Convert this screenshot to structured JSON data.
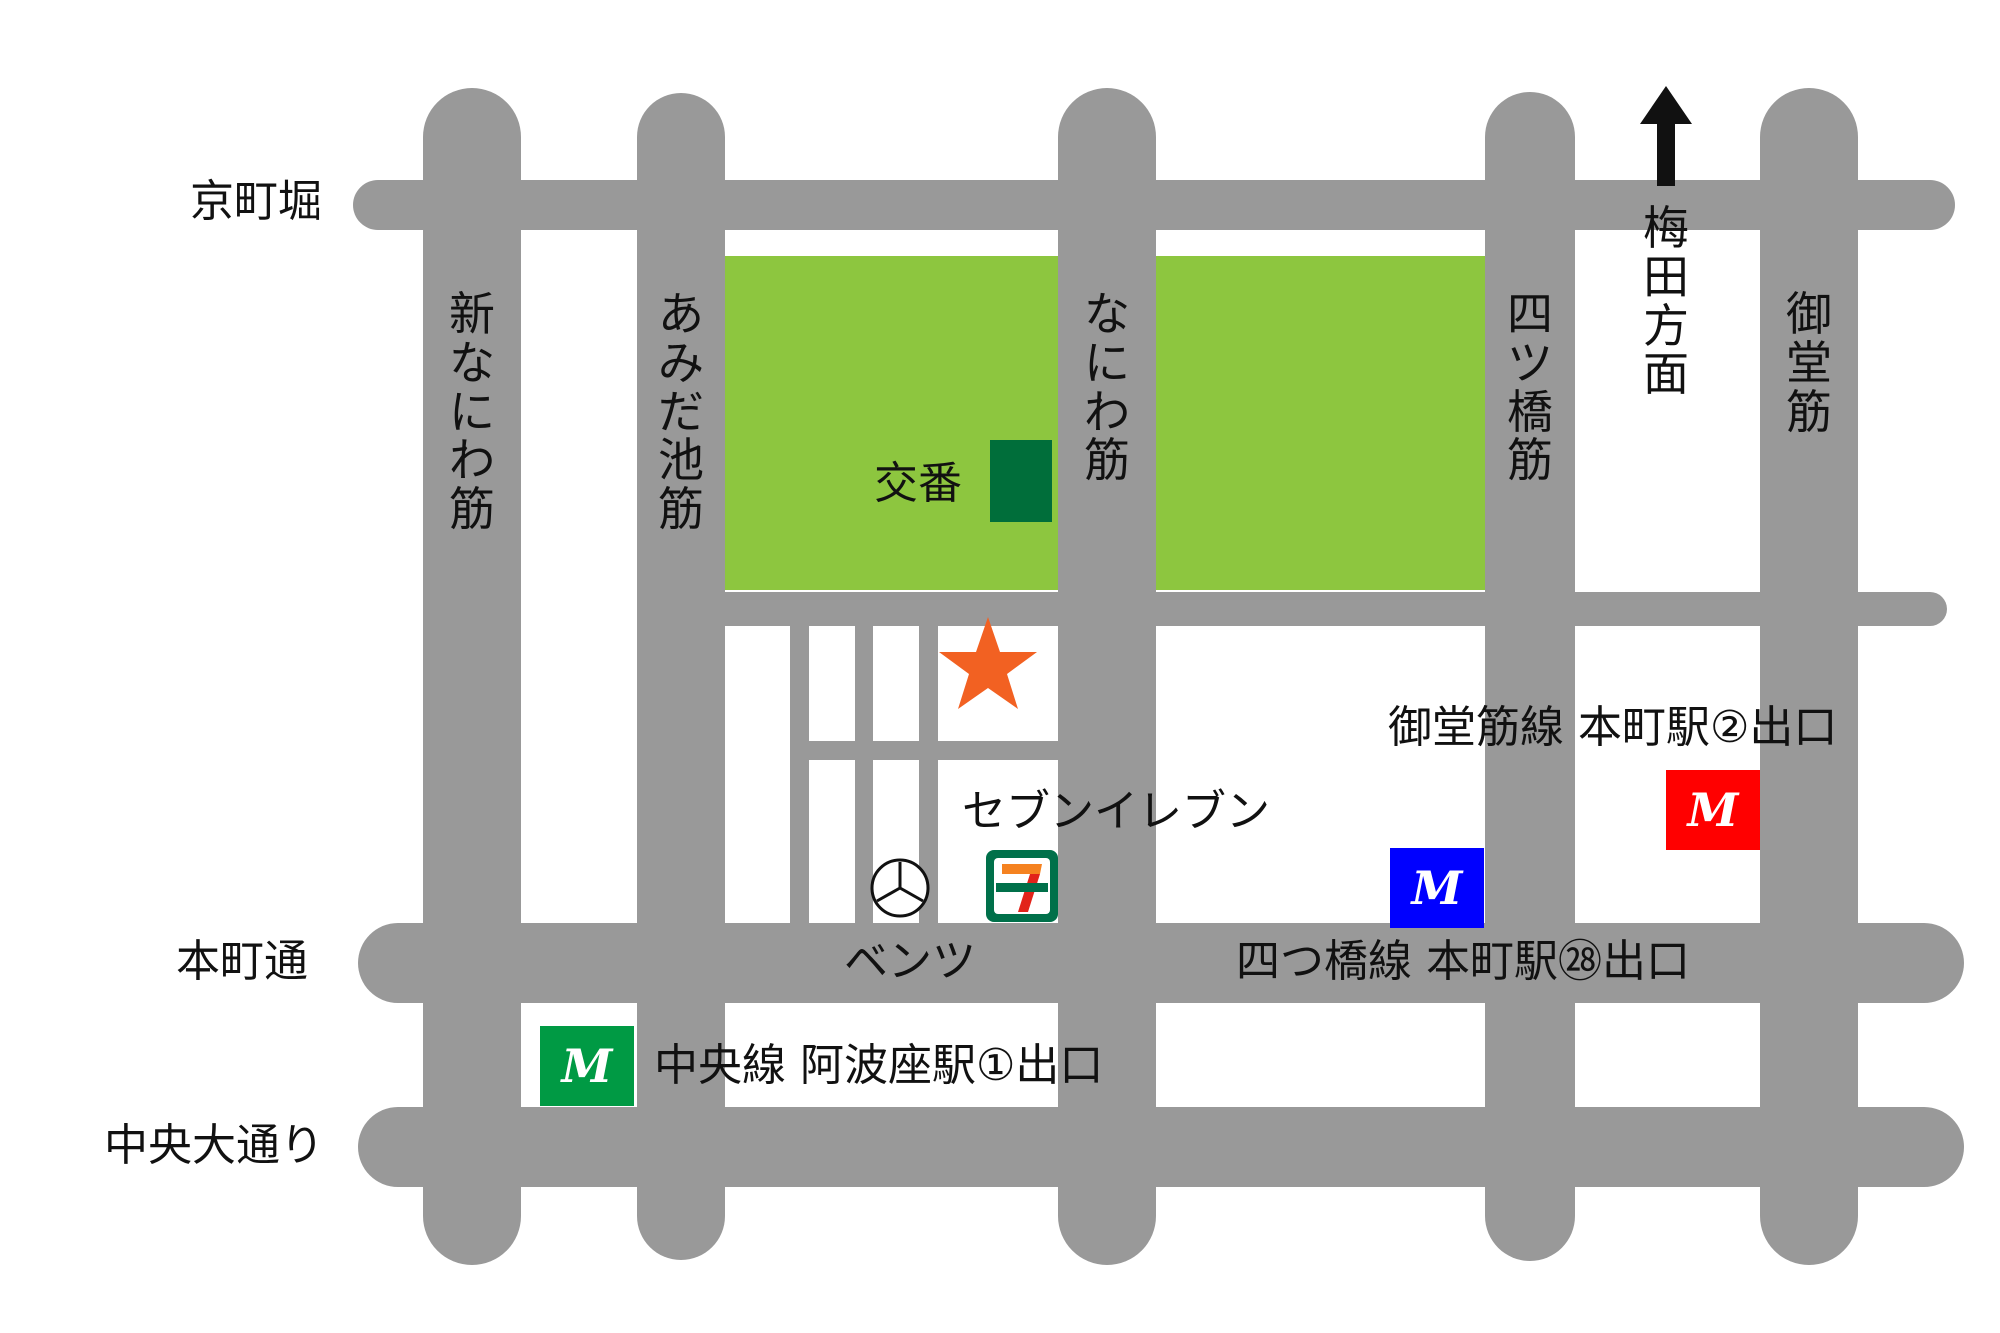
{
  "roads": {
    "horizontal": [
      "京町堀",
      "本町通",
      "中央大通り"
    ],
    "vertical": [
      "新なにわ筋",
      "あみだ池筋",
      "なにわ筋",
      "四ツ橋筋",
      "御堂筋"
    ]
  },
  "direction": {
    "label": "梅田方面",
    "arrow": "north-arrow"
  },
  "landmarks": {
    "koban": "交番",
    "seven_eleven": "セブンイレブン",
    "mercedes": "ベンツ",
    "destination": "star-marker"
  },
  "stations": {
    "midosuji": {
      "label": "御堂筋線 本町駅②出口",
      "symbol": "M",
      "color": "#ff0000"
    },
    "yotsubashi": {
      "label": "四つ橋線 本町駅㉘出口",
      "symbol": "M",
      "color": "#0000ff"
    },
    "chuo": {
      "label": "中央線 阿波座駅①出口",
      "symbol": "M",
      "color": "#009a44"
    }
  },
  "colors": {
    "road": "#999999",
    "park": "#8dc63f",
    "koban": "#006e3a",
    "star": "#f26122",
    "seven_eleven_green": "#00704a",
    "seven_eleven_orange": "#f58220",
    "seven_eleven_red": "#e2231a"
  }
}
